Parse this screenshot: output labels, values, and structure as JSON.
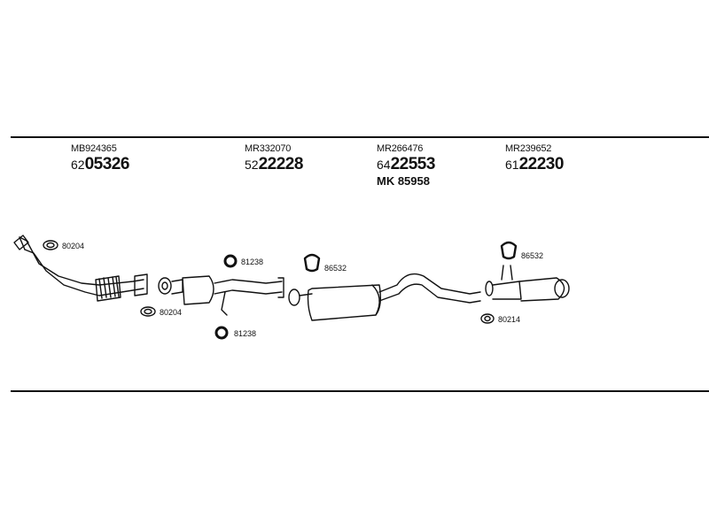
{
  "headers": [
    {
      "oem": "MB924365",
      "art_prefix": "62",
      "art_main": "05326"
    },
    {
      "oem": "MR332070",
      "art_prefix": "52",
      "art_main": "22228"
    },
    {
      "oem": "MR266476",
      "art_prefix": "64",
      "art_main": "22553",
      "kit": "MK  85958"
    },
    {
      "oem": "MR239652",
      "art_prefix": "61",
      "art_main": "22230"
    }
  ],
  "callouts": {
    "gasket_front_upper": "80204",
    "gasket_front_lower": "80204",
    "ring_upper": "81238",
    "ring_lower": "81238",
    "hanger_center": "86532",
    "hanger_rear": "86532",
    "gasket_rear": "80214"
  }
}
